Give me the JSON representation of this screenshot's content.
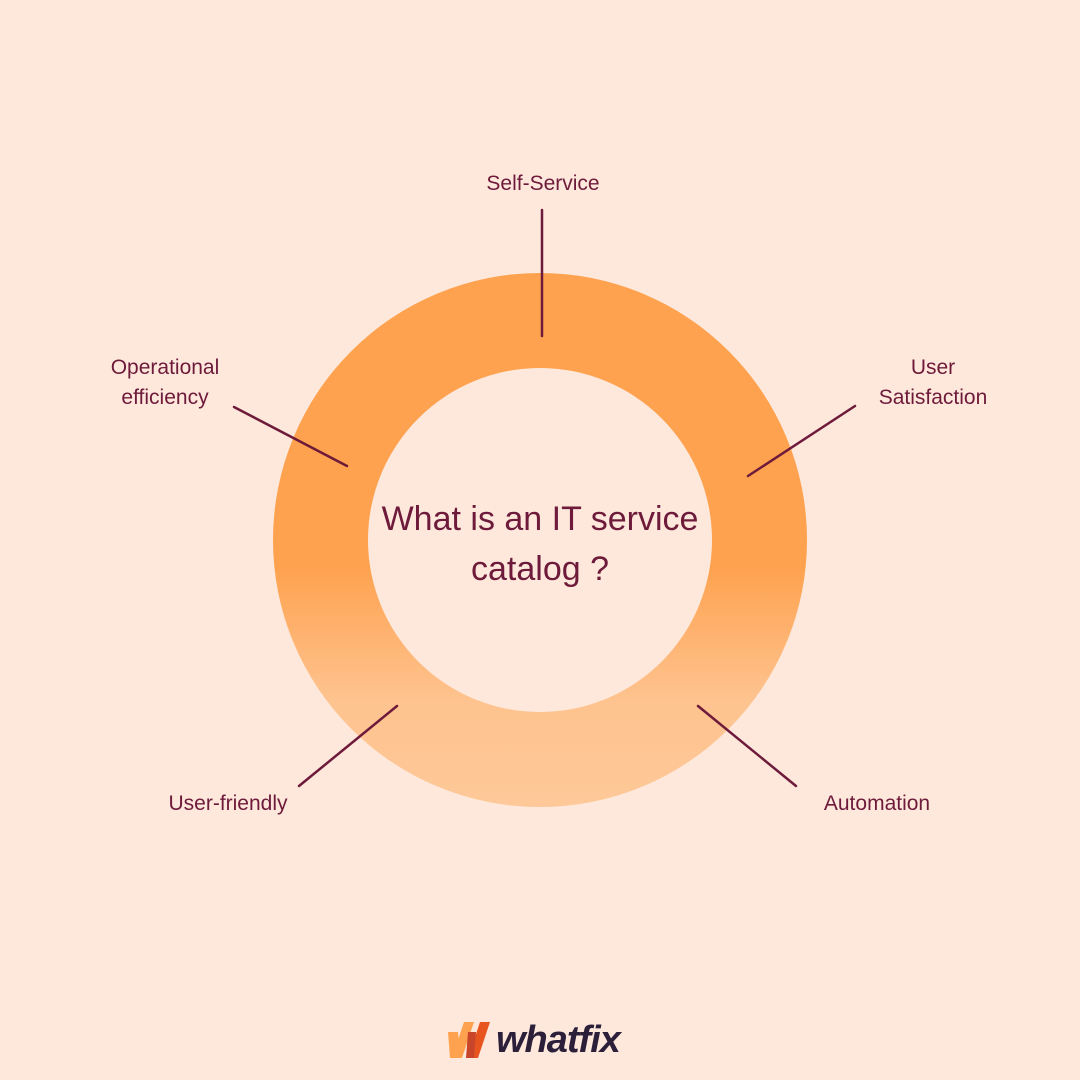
{
  "title": "What is an IT service catalog ?",
  "nodes": [
    {
      "id": "top",
      "label": "Self-Service"
    },
    {
      "id": "top-right",
      "label_line1": "User",
      "label_line2": "Satisfaction"
    },
    {
      "id": "bottom-right",
      "label": "Automation"
    },
    {
      "id": "bottom-left",
      "label": "User-friendly"
    },
    {
      "id": "top-left",
      "label_line1": "Operational",
      "label_line2": "efficiency"
    }
  ],
  "brand": {
    "name": "whatfix"
  },
  "colors": {
    "background": "#fee8dc",
    "ring_top": "#fea24f",
    "ring_bottom": "#fec898",
    "text": "#6e1a3a",
    "logo_text": "#2b1f3a",
    "logo_mark_light": "#fea24f",
    "logo_mark_dark": "#e8541e"
  }
}
